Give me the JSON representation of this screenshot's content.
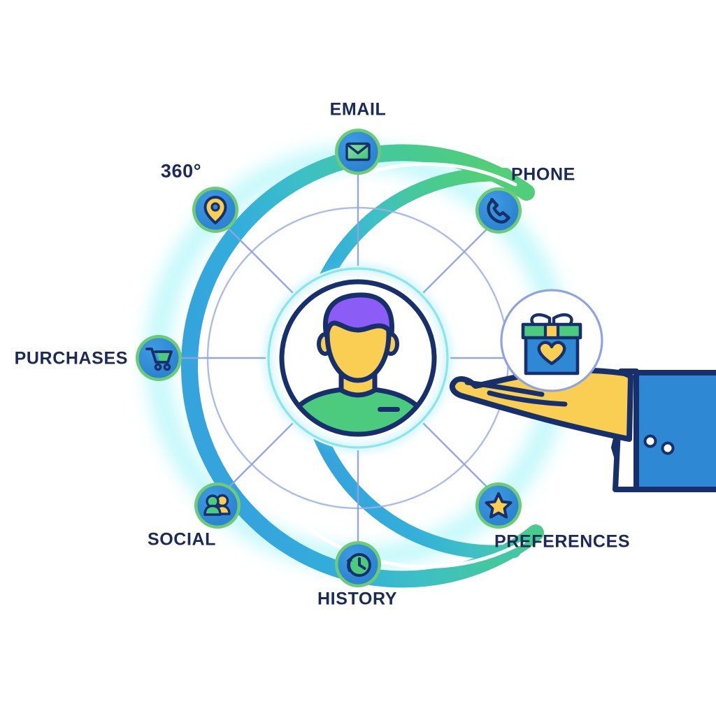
{
  "diagram": {
    "title_text": "360°",
    "kind": "customer-360-hub-and-spoke",
    "center": {
      "node_name": "customer-avatar",
      "description": "customer avatar portrait",
      "hair_color": "#8B5CF6",
      "skin_color": "#F9CE52",
      "shirt_color": "#4CCB7F",
      "outline_color": "#17306B",
      "ring_color": "#17306B",
      "glow_color": "#7FE0EE"
    },
    "nodes": [
      {
        "id": "email",
        "label": "EMAIL",
        "icon": "envelope-icon",
        "angle_deg": -90,
        "label_position": "top",
        "icon_color": "#4CCB7F",
        "badge_fill": "#2F88D4",
        "badge_ring": "#6CCB74"
      },
      {
        "id": "phone",
        "label": "PHONE",
        "icon": "phone-handset-icon",
        "angle_deg": -45,
        "label_position": "top-right",
        "icon_color": "#4CCB7F",
        "badge_fill": "#2F88D4",
        "badge_ring": "#6CCB74"
      },
      {
        "id": "preferences",
        "label": "PREFERENCES",
        "icon": "star-icon",
        "angle_deg": 45,
        "label_position": "bottom-right",
        "icon_color": "#F9CE52",
        "badge_fill": "#2F88D4",
        "badge_ring": "#6CCB74"
      },
      {
        "id": "history",
        "label": "HISTORY",
        "icon": "clock-rewind-icon",
        "angle_deg": 90,
        "label_position": "bottom",
        "icon_color": "#4CCB7F",
        "badge_fill": "#2F88D4",
        "badge_ring": "#6CCB74"
      },
      {
        "id": "social",
        "label": "SOCIAL",
        "icon": "people-group-icon",
        "angle_deg": 135,
        "label_position": "bottom-left",
        "icon_color": "#4CCB7F",
        "badge_fill": "#2F88D4",
        "badge_ring": "#6CCB74"
      },
      {
        "id": "purchases",
        "label": "PURCHASES",
        "icon": "shopping-cart-icon",
        "angle_deg": 180,
        "label_position": "left",
        "icon_color": "#4CCB7F",
        "badge_fill": "#2F88D4",
        "badge_ring": "#6CCB74"
      },
      {
        "id": "location",
        "label": "360°",
        "icon": "map-pin-icon",
        "angle_deg": -135,
        "label_position": "top-left",
        "icon_color": "#F9CE52",
        "badge_fill": "#2F88D4",
        "badge_ring": "#6CCB74"
      }
    ],
    "gift": {
      "node_name": "gift-in-hand",
      "icon": "gift-box-icon",
      "box_color": "#2F88D4",
      "lid_color": "#4CCB7F",
      "ribbon_color": "#F9CE52",
      "heart_color": "#F9CE52",
      "bubble_border": "#8FA3E0"
    },
    "hand": {
      "node_name": "open-hand",
      "skin_color": "#F9CE52",
      "sleeve_color": "#2F88D4",
      "cuff_color": "#FFFFFF",
      "outline_color": "#17306B",
      "button_count": 2
    },
    "arcs": {
      "left_arc_color": "#35A3DC",
      "top_arc_color": "#3DBFC7",
      "right_arc_color": "#4CCB7F",
      "glow_color": "#7FF0F7",
      "inner_ring_color": "#9BB0E6"
    },
    "colors": {
      "background": "#FFFFFF",
      "label_text": "#1B2A57",
      "accent_blue": "#2F88D4",
      "accent_green": "#4CCB7F",
      "accent_yellow": "#F9CE52",
      "accent_purple": "#8B5CF6",
      "outline_navy": "#17306B",
      "spoke_line": "#8FA3E0"
    }
  },
  "labels": {
    "email": "EMAIL",
    "phone": "PHONE",
    "preferences": "PREFERENCES",
    "history": "HISTORY",
    "social": "SOCIAL",
    "purchases": "PURCHASES",
    "degrees360": "360°"
  }
}
